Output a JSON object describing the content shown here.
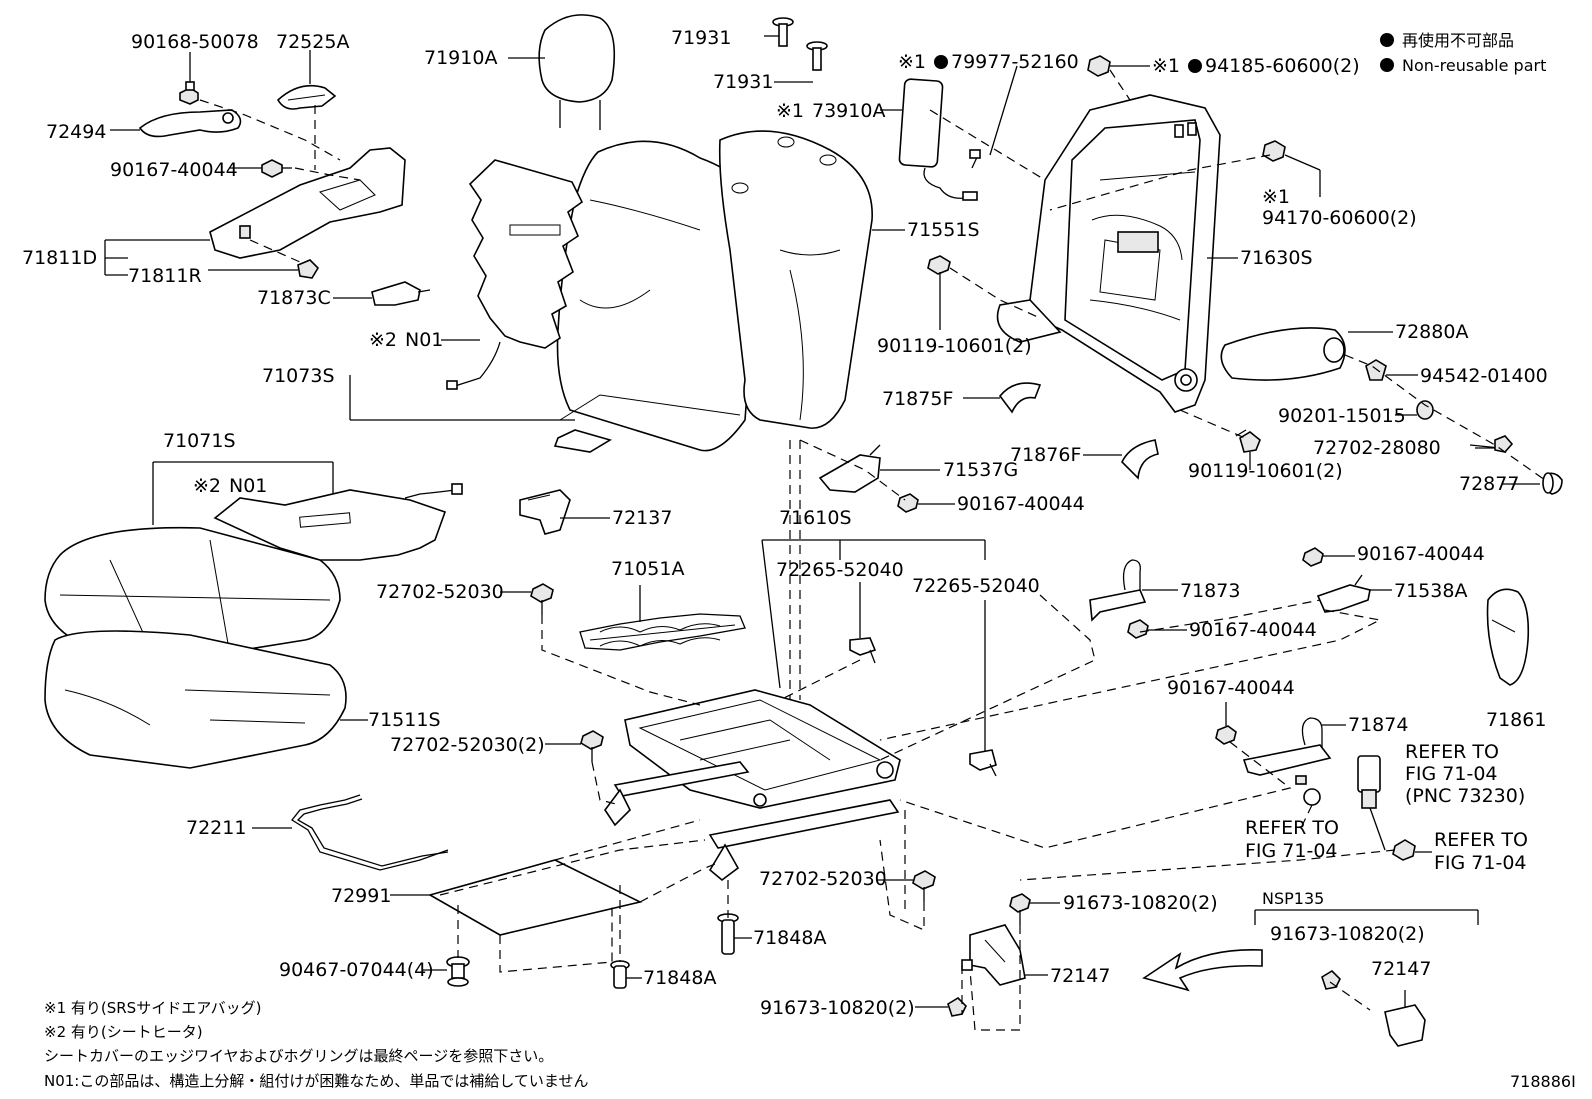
{
  "legend": {
    "jp": "再使用不可部品",
    "en": "Non-reusable part",
    "dot_color": "#000000"
  },
  "labels": {
    "p90168_50078": "90168-50078",
    "p72525A": "72525A",
    "p72494": "72494",
    "p90167_40044_a": "90167-40044",
    "p71811D": "71811D",
    "p71811R": "71811R",
    "p71873C": "71873C",
    "pN01_a": "N01",
    "p71073S": "71073S",
    "p71071S": "71071S",
    "pN01_b": "N01",
    "p71511S": "71511S",
    "p72702_52030_a": "72702-52030",
    "p72702_52030_2": "72702-52030(2)",
    "p72211": "72211",
    "p72991": "72991",
    "p90467_07044": "90467-07044(4)",
    "p71848A_a": "71848A",
    "p71848A_b": "71848A",
    "p72702_52030_b": "72702-52030",
    "p71910A": "71910A",
    "p71931_a": "71931",
    "p71931_b": "71931",
    "p73910A": "73910A",
    "p79977_52160": "79977-52160",
    "p94185_60600": "94185-60600(2)",
    "p71551S": "71551S",
    "p94170_60600": "94170-60600(2)",
    "p71630S": "71630S",
    "p90119_10601_a": "90119-10601(2)",
    "p72880A": "72880A",
    "p94542_01400": "94542-01400",
    "p71875F": "71875F",
    "p90201_15015": "90201-15015",
    "p71876F": "71876F",
    "p72702_28080": "72702-28080",
    "p90119_10601_b": "90119-10601(2)",
    "p72877": "72877",
    "p71537G": "71537G",
    "p90167_40044_b": "90167-40044",
    "p72137": "72137",
    "p71610S": "71610S",
    "p71051A": "71051A",
    "p72265_52040_a": "72265-52040",
    "p72265_52040_b": "72265-52040",
    "p71873": "71873",
    "p90167_40044_c": "90167-40044",
    "p90167_40044_d": "90167-40044",
    "p71538A": "71538A",
    "p71861": "71861",
    "p90167_40044_e": "90167-40044",
    "p71874": "71874",
    "refer1_a": "REFER TO",
    "refer1_b": "FIG 71-04",
    "refer1_c": "(PNC 73230)",
    "refer2_a": "REFER TO",
    "refer2_b": "FIG 71-04",
    "refer3_a": "REFER TO",
    "refer3_b": "FIG 71-04",
    "p91673_10820_a": "91673-10820(2)",
    "p72147_a": "72147",
    "p91673_10820_b": "91673-10820(2)",
    "nsp135": "NSP135",
    "p91673_10820_c": "91673-10820(2)",
    "p72147_b": "72147"
  },
  "marks": {
    "kome1": "※1",
    "kome2": "※2"
  },
  "notes": {
    "n1": "※1 有り(SRSサイドエアバッグ)",
    "n2": "※2 有り(シートヒータ)",
    "n3": "シートカバーのエッジワイヤおよびホグリングは最終ページを参照下さい。",
    "n4": "N01:この部品は、構造上分解・組付けが困難なため、単品では補給していません"
  },
  "figure_id": "718886I"
}
